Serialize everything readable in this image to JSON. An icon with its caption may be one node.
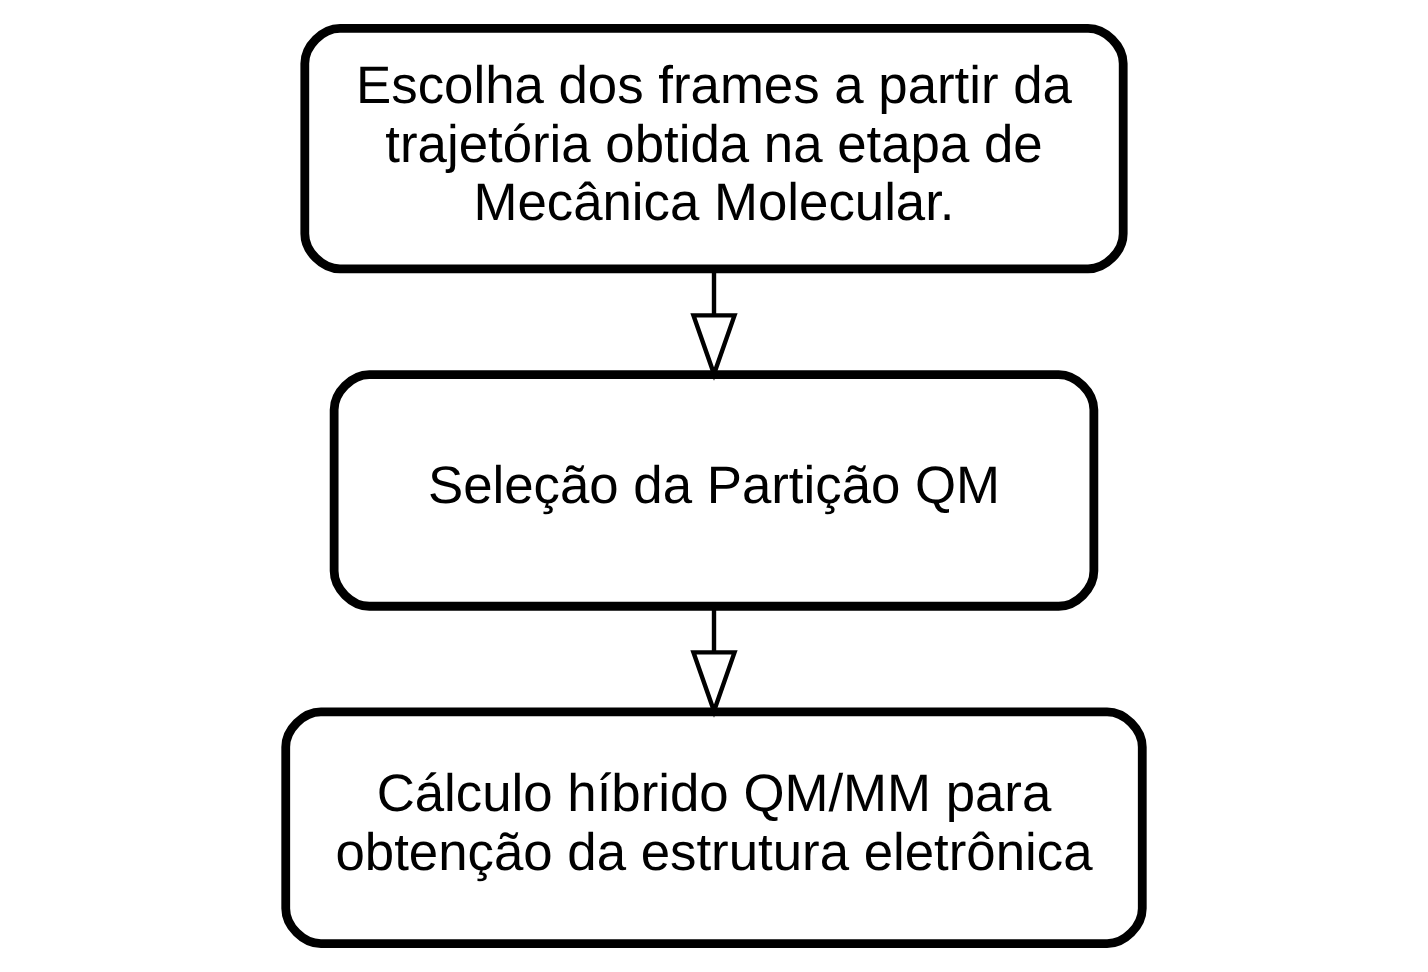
{
  "diagram": {
    "nodes": [
      {
        "text": [
          "Escolha dos frames a partir da trajetória obtida na etapa de Mecânica Molecular."
        ]
      },
      {
        "text": [
          "Seleção da Partição QM"
        ]
      },
      {
        "text": [
          "Cálculo híbrido QM/MM para obtenção da estrutura eletrônica"
        ]
      }
    ],
    "edges": [
      {
        "from": 0,
        "to": 1,
        "arrow": "to"
      },
      {
        "from": 1,
        "to": 2,
        "arrow": "to"
      }
    ]
  }
}
